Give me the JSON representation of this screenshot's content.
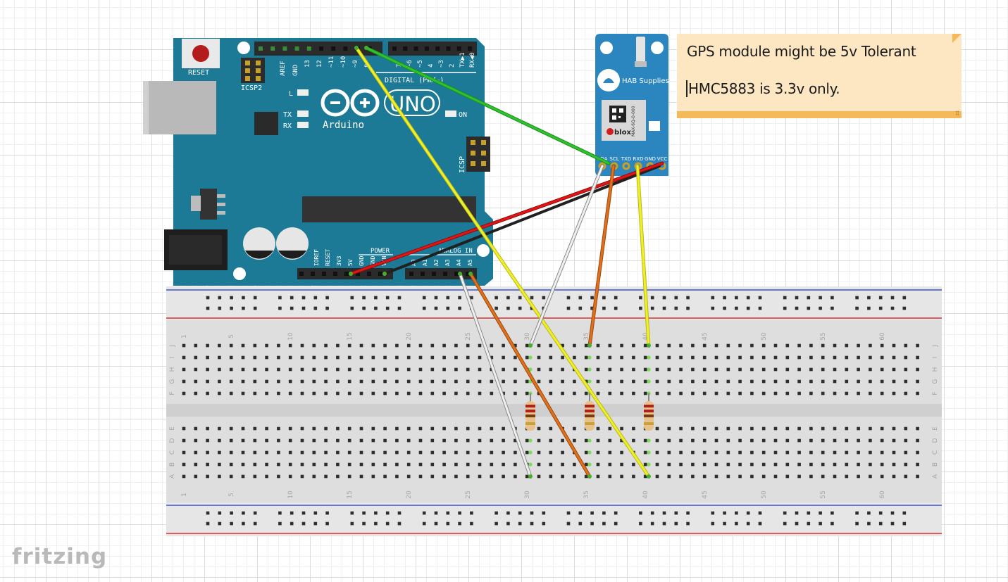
{
  "app": {
    "watermark": "fritzing"
  },
  "note": {
    "line1": "GPS module might be 5v Tolerant",
    "line2": "HMC5883 is 3.3v only."
  },
  "arduino": {
    "reset_label": "RESET",
    "icsp2_label": "ICSP2",
    "icsp_label": "ICSP",
    "digital_label": "DIGITAL (PWM~)",
    "logo_text": "UNO",
    "brand": "Arduino",
    "on_label": "ON",
    "l_label": "L",
    "tx_label": "TX",
    "rx_label": "RX",
    "power_label": "POWER",
    "analog_label": "ANALOG IN",
    "digital_pins": [
      "AREF",
      "GND",
      "13",
      "12",
      "~11",
      "~10",
      "~9",
      "8",
      "7",
      "~6",
      "~5",
      "4",
      "~3",
      "2",
      "TX▶1",
      "RX◀0"
    ],
    "power_pins": [
      "IOREF",
      "RESET",
      "3V3",
      "5V",
      "GND",
      "GND",
      "VIN"
    ],
    "analog_pins": [
      "A0",
      "A1",
      "A2",
      "A3",
      "A4",
      "A5"
    ]
  },
  "gps_module": {
    "brand": "HAB Supplies",
    "chip": "MAX-6Q-0-000",
    "chip_brand": "blox",
    "pins": [
      "SDA",
      "SCL",
      "TXD",
      "RXD",
      "GND",
      "VCC"
    ]
  },
  "breadboard": {
    "columns": [
      "1",
      "5",
      "10",
      "15",
      "20",
      "25",
      "30",
      "35",
      "40",
      "45",
      "50",
      "55",
      "60"
    ],
    "rows_top": [
      "J",
      "I",
      "H",
      "G",
      "F"
    ],
    "rows_bottom": [
      "E",
      "D",
      "C",
      "B",
      "A"
    ]
  },
  "colors": {
    "arduino": "#1c7a96",
    "gps": "#2b86c0",
    "wire_green": "#2fc12f",
    "wire_yellow": "#f0f028",
    "wire_red": "#e01515",
    "wire_black": "#202020",
    "wire_white": "#e8e8e8",
    "wire_orange": "#e0701c",
    "note": "#fde6c2"
  }
}
